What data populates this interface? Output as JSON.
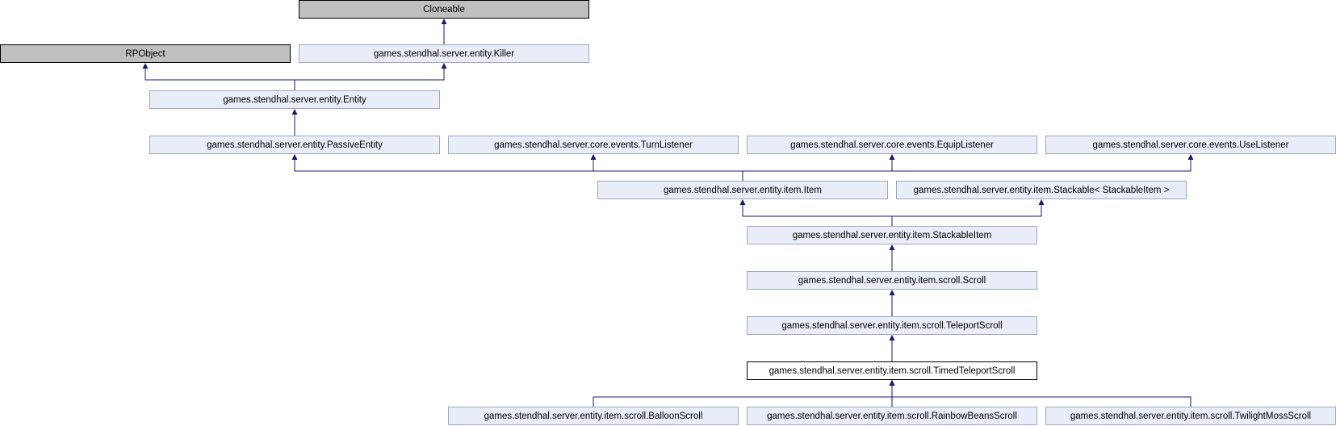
{
  "diagram": {
    "nodes": {
      "cloneable": "Cloneable",
      "rpobject": "RPObject",
      "killer": "games.stendhal.server.entity.Killer",
      "entity": "games.stendhal.server.entity.Entity",
      "passive_entity": "games.stendhal.server.entity.PassiveEntity",
      "turn_listener": "games.stendhal.server.core.events.TurnListener",
      "equip_listener": "games.stendhal.server.core.events.EquipListener",
      "use_listener": "games.stendhal.server.core.events.UseListener",
      "item": "games.stendhal.server.entity.item.Item",
      "stackable": "games.stendhal.server.entity.item.Stackable< StackableItem >",
      "stackable_item": "games.stendhal.server.entity.item.StackableItem",
      "scroll": "games.stendhal.server.entity.item.scroll.Scroll",
      "teleport_scroll": "games.stendhal.server.entity.item.scroll.TeleportScroll",
      "timed_teleport_scroll": "games.stendhal.server.entity.item.scroll.TimedTeleportScroll",
      "balloon_scroll": "games.stendhal.server.entity.item.scroll.BalloonScroll",
      "rainbow_beans_scroll": "games.stendhal.server.entity.item.scroll.RainbowBeansScroll",
      "twilight_moss_scroll": "games.stendhal.server.entity.item.scroll.TwilightMossScroll"
    },
    "edges": [
      [
        "killer",
        "cloneable"
      ],
      [
        "entity",
        "rpobject"
      ],
      [
        "entity",
        "killer"
      ],
      [
        "passive_entity",
        "entity"
      ],
      [
        "item",
        "passive_entity"
      ],
      [
        "item",
        "turn_listener"
      ],
      [
        "item",
        "equip_listener"
      ],
      [
        "item",
        "use_listener"
      ],
      [
        "stackable_item",
        "item"
      ],
      [
        "stackable_item",
        "stackable"
      ],
      [
        "scroll",
        "stackable_item"
      ],
      [
        "teleport_scroll",
        "scroll"
      ],
      [
        "timed_teleport_scroll",
        "teleport_scroll"
      ],
      [
        "balloon_scroll",
        "timed_teleport_scroll"
      ],
      [
        "rainbow_beans_scroll",
        "timed_teleport_scroll"
      ],
      [
        "twilight_moss_scroll",
        "timed_teleport_scroll"
      ]
    ],
    "colors": {
      "edge": "#191970",
      "class_fill": "#e8edf7",
      "class_border": "#9ea8c2",
      "external_fill": "#bfbfbf",
      "focus_fill": "#ffffff"
    }
  }
}
